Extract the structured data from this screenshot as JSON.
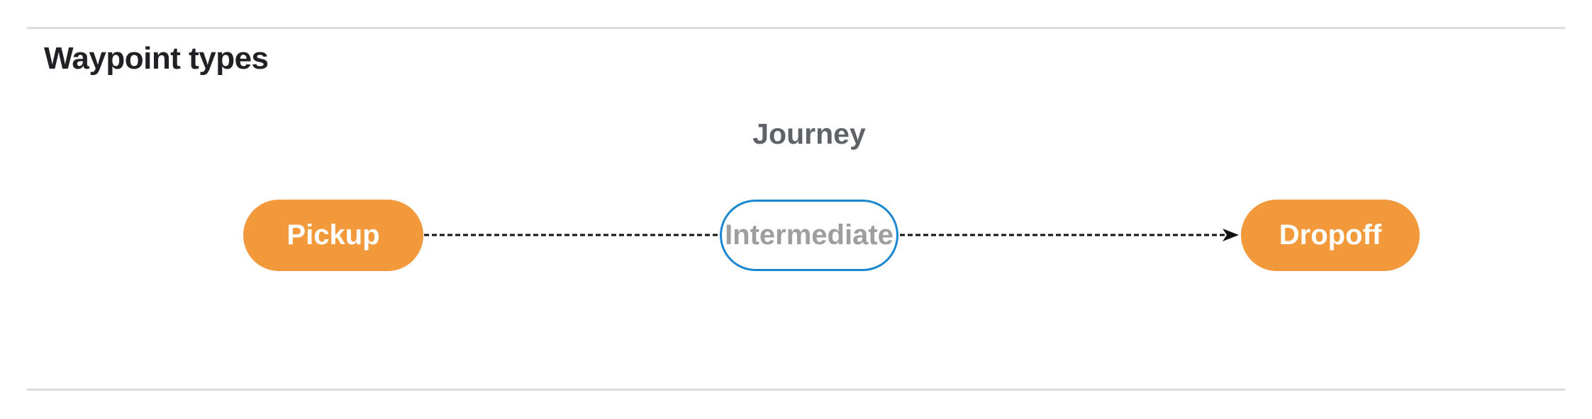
{
  "heading": "Waypoint types",
  "diagram": {
    "title": "Journey",
    "nodes": [
      {
        "id": "pickup",
        "label": "Pickup",
        "kind": "terminal"
      },
      {
        "id": "intermediate",
        "label": "Intermediate",
        "kind": "intermediate"
      },
      {
        "id": "dropoff",
        "label": "Dropoff",
        "kind": "terminal"
      }
    ],
    "edges": [
      {
        "from": "pickup",
        "to": "intermediate",
        "style": "dashed",
        "arrowhead": false
      },
      {
        "from": "intermediate",
        "to": "dropoff",
        "style": "dashed",
        "arrowhead": true
      }
    ]
  },
  "theme": {
    "background": "#FFFFFF",
    "terminal-fill": "#F2993B",
    "terminal-text": "#FFFFFF",
    "intermediate-border": "#1B87D1",
    "intermediate-text": "#9E9E9E",
    "edge": "#111111",
    "journey-label-color": "#5F6368",
    "heading-color": "#202124",
    "divider-color": "#DADCE0"
  }
}
